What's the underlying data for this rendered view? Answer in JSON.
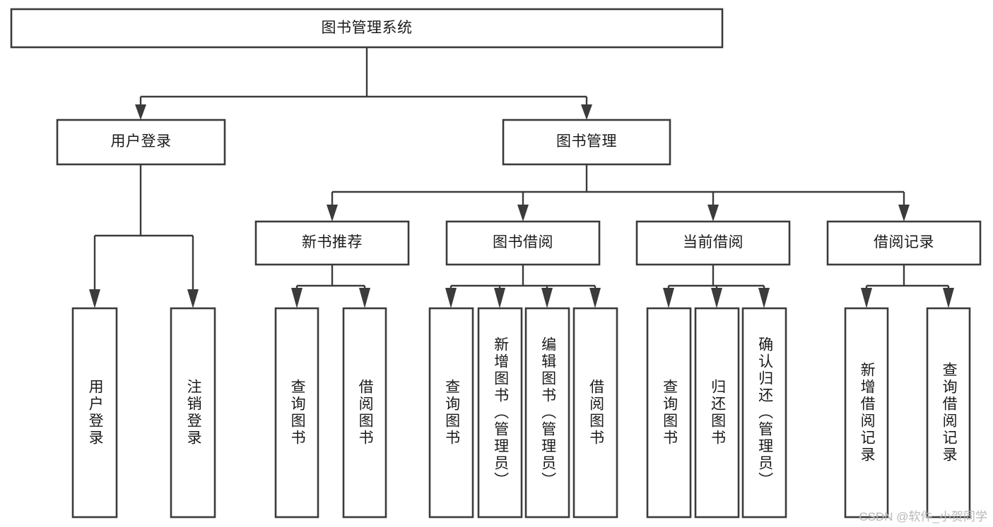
{
  "diagram": {
    "title": "图书管理系统",
    "type": "tree",
    "watermark": "CSDN @软件_小贺同学",
    "nodes": {
      "root": {
        "label": "图书管理系统",
        "level": 0,
        "orientation": "horizontal"
      },
      "user_login": {
        "label": "用户登录",
        "level": 1,
        "orientation": "horizontal"
      },
      "book_manage": {
        "label": "图书管理",
        "level": 1,
        "orientation": "horizontal"
      },
      "new_book_rec": {
        "label": "新书推荐",
        "level": 2,
        "orientation": "horizontal"
      },
      "book_borrow": {
        "label": "图书借阅",
        "level": 2,
        "orientation": "horizontal"
      },
      "current_borrow": {
        "label": "当前借阅",
        "level": 2,
        "orientation": "horizontal"
      },
      "borrow_record": {
        "label": "借阅记录",
        "level": 2,
        "orientation": "horizontal"
      },
      "leaf_user_login": {
        "label": "用户登录",
        "level": 3,
        "orientation": "vertical"
      },
      "leaf_logout": {
        "label": "注销登录",
        "level": 3,
        "orientation": "vertical"
      },
      "leaf_query_book_a": {
        "label": "查询图书",
        "level": 3,
        "orientation": "vertical"
      },
      "leaf_borrow_book_a": {
        "label": "借阅图书",
        "level": 3,
        "orientation": "vertical"
      },
      "leaf_query_book_b": {
        "label": "查询图书",
        "level": 3,
        "orientation": "vertical"
      },
      "leaf_add_book": {
        "label": "新增图书（管理员）",
        "level": 3,
        "orientation": "vertical"
      },
      "leaf_edit_book": {
        "label": "编辑图书（管理员）",
        "level": 3,
        "orientation": "vertical"
      },
      "leaf_borrow_book_b": {
        "label": "借阅图书",
        "level": 3,
        "orientation": "vertical"
      },
      "leaf_query_book_c": {
        "label": "查询图书",
        "level": 3,
        "orientation": "vertical"
      },
      "leaf_return_book": {
        "label": "归还图书",
        "level": 3,
        "orientation": "vertical"
      },
      "leaf_confirm_return": {
        "label": "确认归还（管理员）",
        "level": 3,
        "orientation": "vertical"
      },
      "leaf_add_record": {
        "label": "新增借阅记录",
        "level": 3,
        "orientation": "vertical"
      },
      "leaf_query_record": {
        "label": "查询借阅记录",
        "level": 3,
        "orientation": "vertical"
      }
    },
    "edges": [
      {
        "from": "root",
        "to": "user_login"
      },
      {
        "from": "root",
        "to": "book_manage"
      },
      {
        "from": "book_manage",
        "to": "new_book_rec"
      },
      {
        "from": "book_manage",
        "to": "book_borrow"
      },
      {
        "from": "book_manage",
        "to": "current_borrow"
      },
      {
        "from": "book_manage",
        "to": "borrow_record"
      },
      {
        "from": "user_login",
        "to": "leaf_user_login"
      },
      {
        "from": "user_login",
        "to": "leaf_logout"
      },
      {
        "from": "new_book_rec",
        "to": "leaf_query_book_a"
      },
      {
        "from": "new_book_rec",
        "to": "leaf_borrow_book_a"
      },
      {
        "from": "book_borrow",
        "to": "leaf_query_book_b"
      },
      {
        "from": "book_borrow",
        "to": "leaf_add_book"
      },
      {
        "from": "book_borrow",
        "to": "leaf_edit_book"
      },
      {
        "from": "book_borrow",
        "to": "leaf_borrow_book_b"
      },
      {
        "from": "current_borrow",
        "to": "leaf_query_book_c"
      },
      {
        "from": "current_borrow",
        "to": "leaf_return_book"
      },
      {
        "from": "current_borrow",
        "to": "leaf_confirm_return"
      },
      {
        "from": "borrow_record",
        "to": "leaf_add_record"
      },
      {
        "from": "borrow_record",
        "to": "leaf_query_record"
      }
    ],
    "colors": {
      "box_stroke": "#3b3b3b",
      "box_fill": "#ffffff",
      "text": "#1a1a1a",
      "connector": "#3b3b3b",
      "watermark": "#b8b8b8",
      "background": "#ffffff"
    }
  }
}
